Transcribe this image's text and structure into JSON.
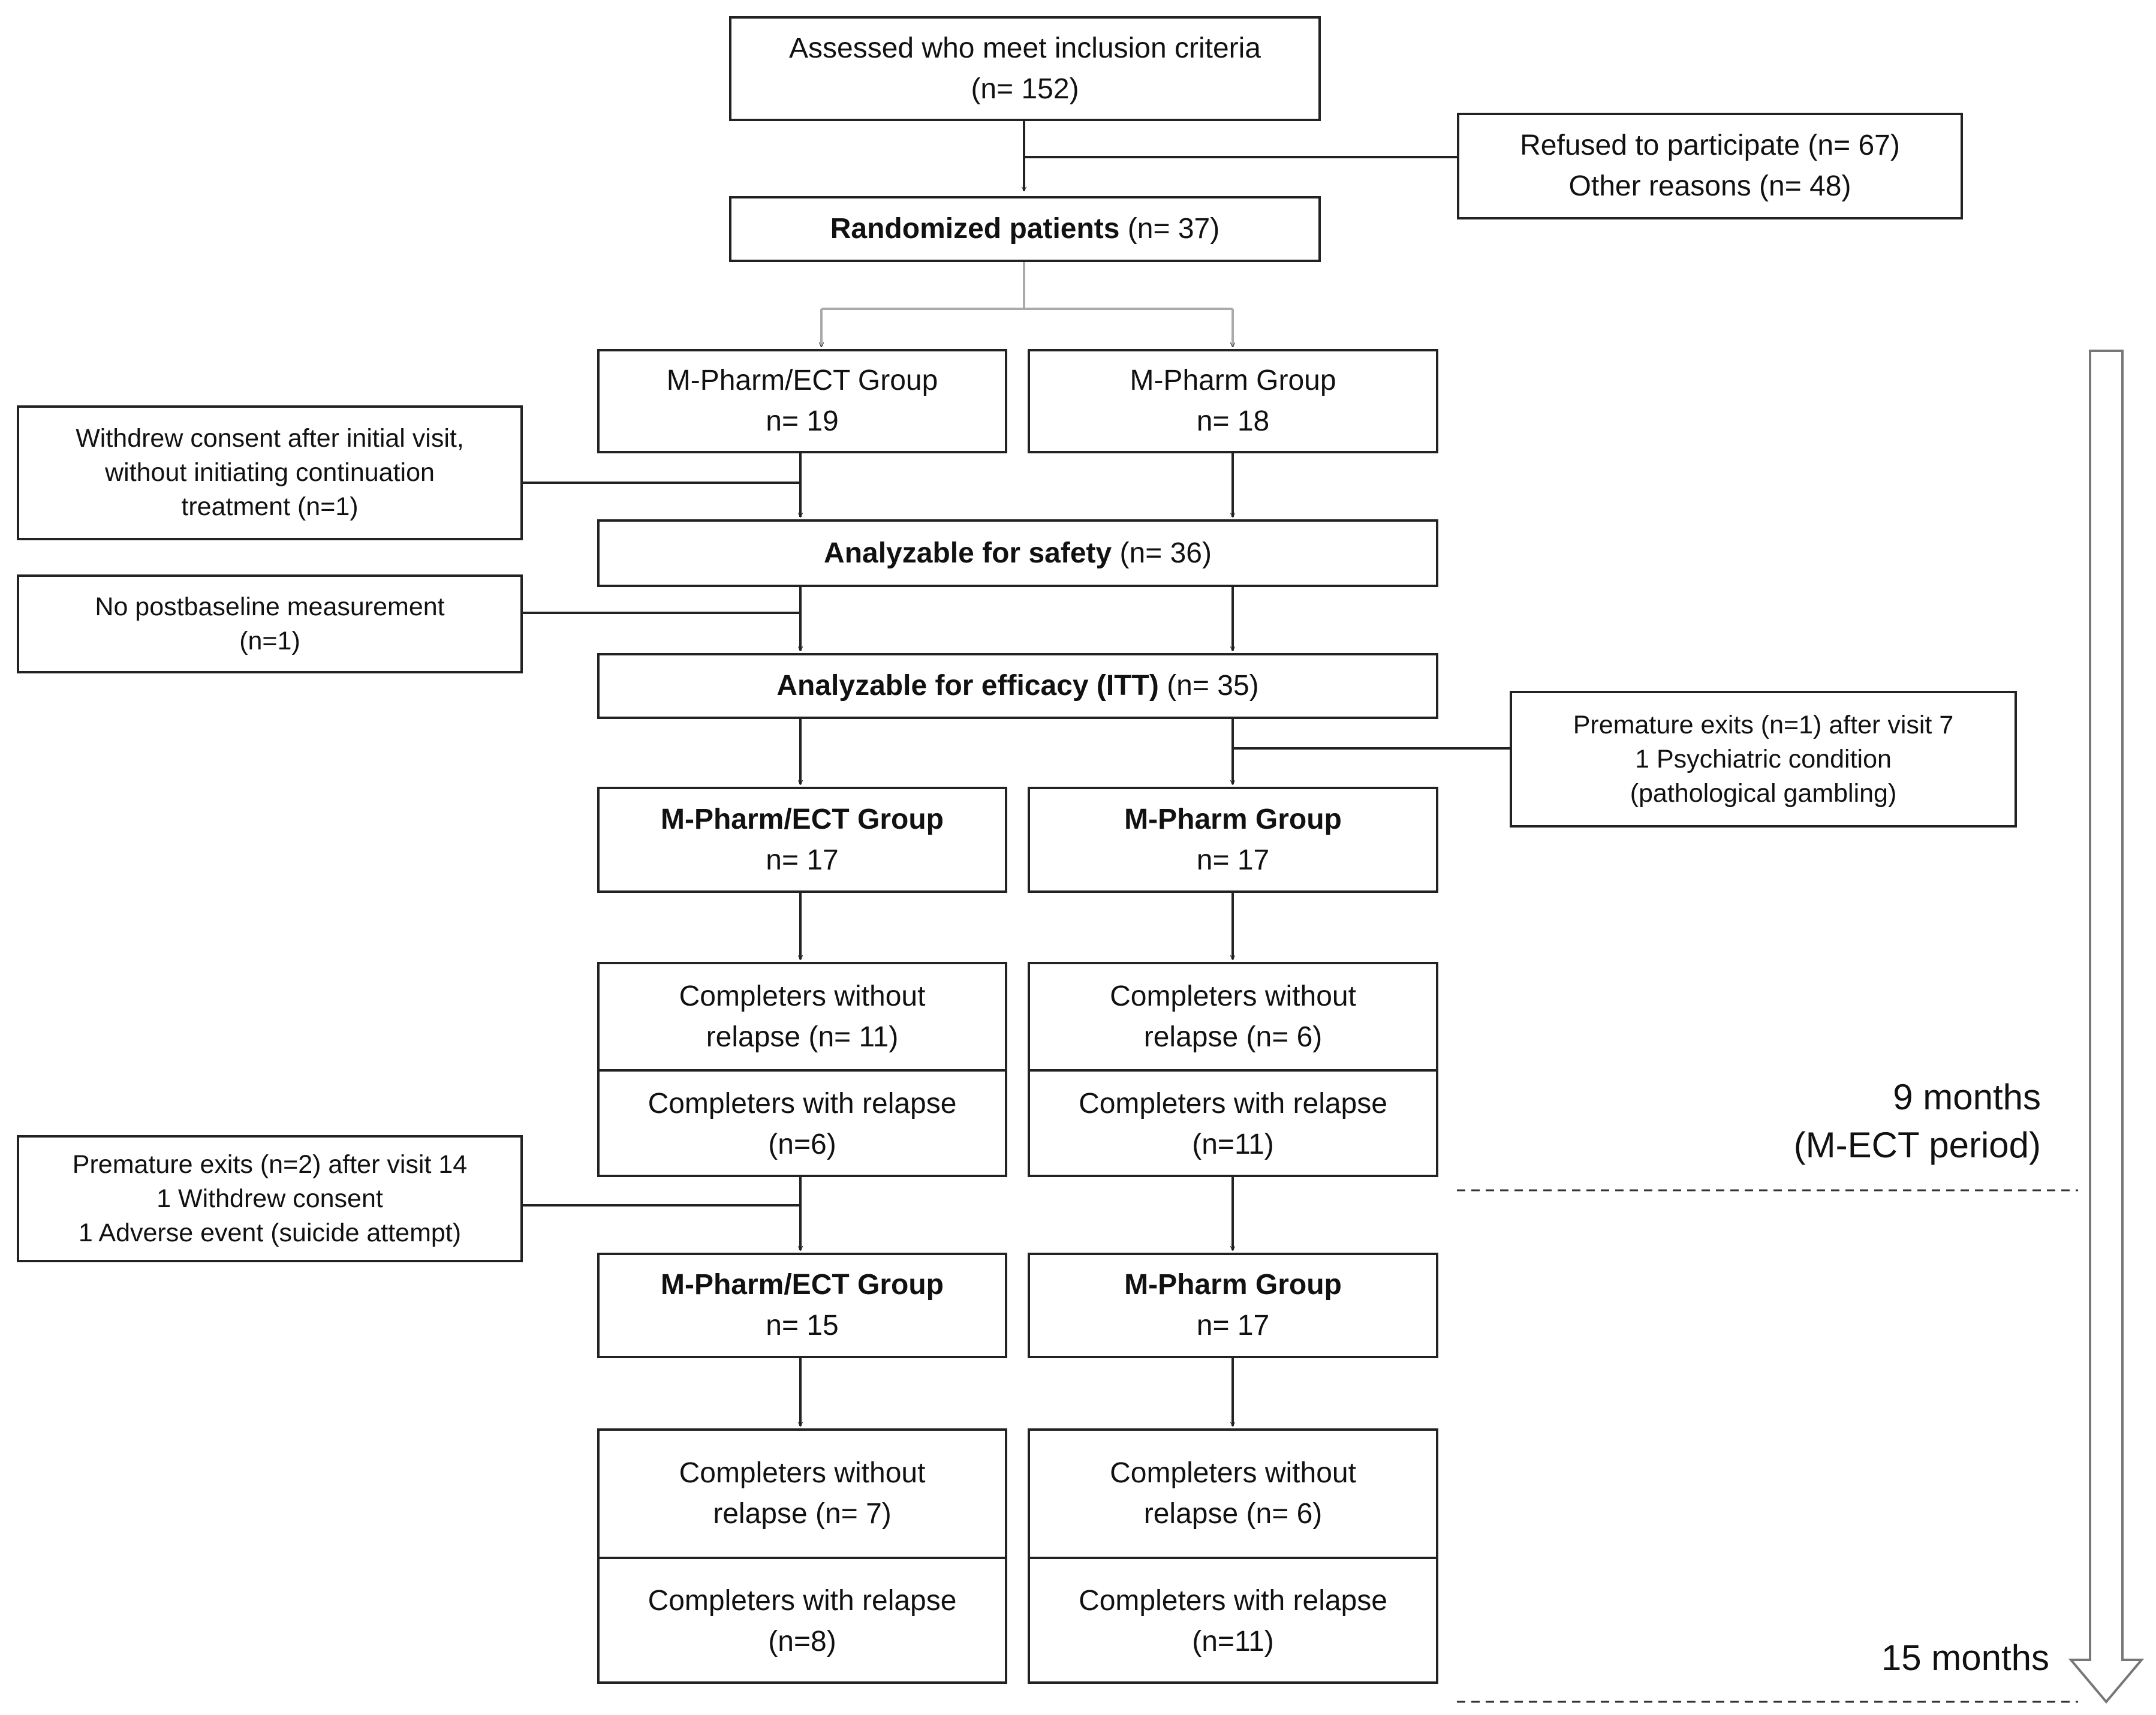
{
  "boxes": {
    "assessed": {
      "line1": "Assessed who meet inclusion criteria",
      "line2": "(n= 152)"
    },
    "excluded": {
      "line1": "Refused to participate (n= 67)",
      "line2": "Other reasons (n= 48)"
    },
    "randomized": {
      "bold": "Randomized patients",
      "rest": " (n= 37)"
    },
    "ect_group_1": {
      "line1": "M-Pharm/ECT Group",
      "line2": "n= 19"
    },
    "pharm_group_1": {
      "line1": "M-Pharm Group",
      "line2": "n= 18"
    },
    "withdrew": {
      "line1": "Withdrew consent after initial visit,",
      "line2": "without initiating continuation",
      "line3": "treatment (n=1)"
    },
    "safety": {
      "bold": "Analyzable for safety",
      "rest": "  (n= 36)"
    },
    "no_postbaseline": {
      "line1": "No postbaseline measurement",
      "line2": "(n=1)"
    },
    "efficacy": {
      "bold": "Analyzable for efficacy (ITT)",
      "rest": " (n= 35)"
    },
    "premature_exit_1": {
      "line1": "Premature exits (n=1) after visit 7",
      "line2": "1 Psychiatric condition",
      "line3": "(pathological gambling)"
    },
    "ect_group_2": {
      "line1": "M-Pharm/ECT Group",
      "line2": "n= 17"
    },
    "pharm_group_2": {
      "line1": "M-Pharm Group",
      "line2": "n= 17"
    },
    "ect_outcome_1": {
      "without_1": "Completers without",
      "without_2": "relapse (n= 11)",
      "with_1": "Completers with relapse",
      "with_2": "(n=6)"
    },
    "pharm_outcome_1": {
      "without_1": "Completers without",
      "without_2": "relapse (n= 6)",
      "with_1": "Completers with relapse",
      "with_2": "(n=11)"
    },
    "premature_exit_2": {
      "line1": "Premature exits (n=2) after visit 14",
      "line2": "1 Withdrew consent",
      "line3": "1 Adverse event (suicide attempt)"
    },
    "ect_group_3": {
      "line1": "M-Pharm/ECT Group",
      "line2": "n= 15"
    },
    "pharm_group_3": {
      "line1": "M-Pharm Group",
      "line2": "n= 17"
    },
    "ect_outcome_2": {
      "without_1": "Completers without",
      "without_2": "relapse (n= 7)",
      "with_1": "Completers with relapse",
      "with_2": "(n=8)"
    },
    "pharm_outcome_2": {
      "without_1": "Completers without",
      "without_2": "relapse (n= 6)",
      "with_1": "Completers with relapse",
      "with_2": "(n=11)"
    }
  },
  "timeline": {
    "nine_months_1": "9 months",
    "nine_months_2": "(M-ECT period)",
    "fifteen_months": "15 months"
  },
  "colors": {
    "border": "#222222",
    "connector": "#222222",
    "split_connector": "#aaaaaa",
    "timeline_arrow": "#777777"
  }
}
